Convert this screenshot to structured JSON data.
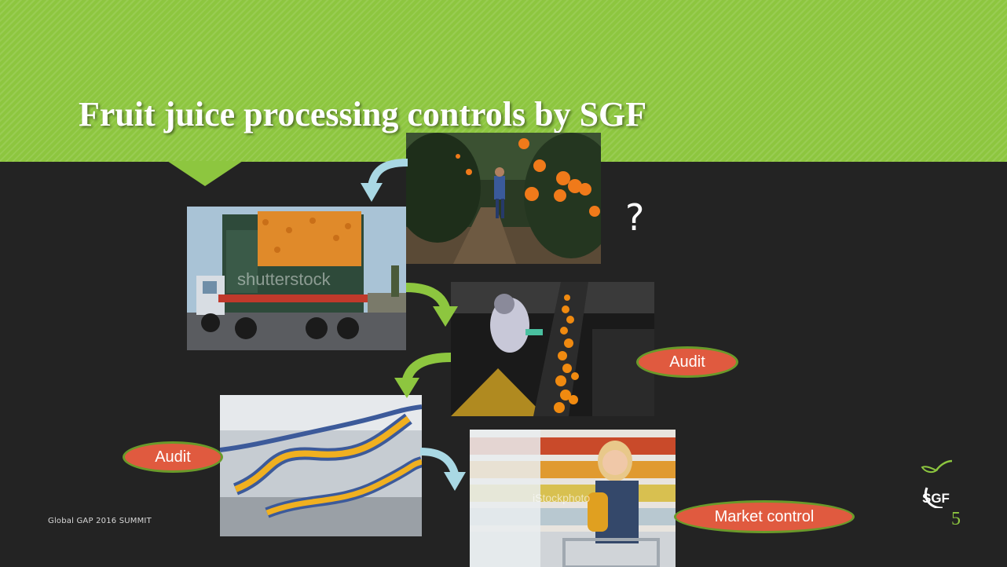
{
  "title": "Fruit juice processing controls by SGF",
  "question_mark": "?",
  "labels": {
    "audit_sorting": "Audit",
    "audit_bottling": "Audit",
    "market_control": "Market control"
  },
  "footer": {
    "text": "Global GAP 2016 SUMMIT",
    "page_number": "5"
  },
  "logo": {
    "text": "SGF"
  },
  "photos": {
    "truck_watermark": "shutterstock",
    "shopper_watermark": "iStockphoto"
  },
  "colors": {
    "title_band": "#8dc63f",
    "background": "#232323",
    "oval_fill": "#e05a3f",
    "green_arrow": "#8dc63f",
    "blue_arrow": "#a9d8e4"
  }
}
